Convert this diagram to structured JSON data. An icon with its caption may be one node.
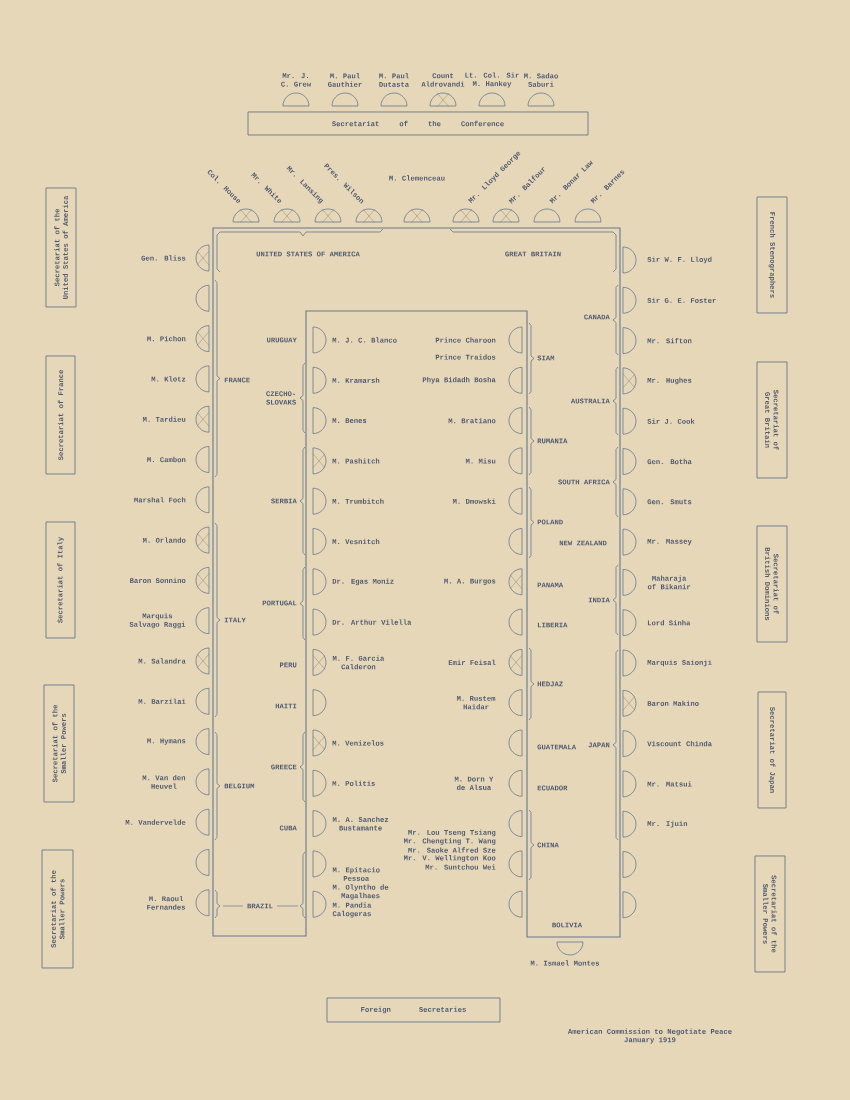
{
  "diagram": {
    "nodes": [
      {
        "text": [
          "Secretariat of the Conference"
        ]
      },
      {
        "text": [
          "Secretariat of the United States of America"
        ]
      },
      {
        "text": [
          "French Stenographers"
        ]
      },
      {
        "text": [
          "UNITED STATES OF AMERICA",
          "GREAT BRITAIN",
          "CANADA",
          "URUGUAY",
          "SIAM",
          "FRANCE",
          "CZECHO- SLOVAKS",
          "AUSTRALIA",
          "RUMANIA",
          "SOUTH AFRICA",
          "SERBIA",
          "POLAND",
          "NEW ZEALAND",
          "PANAMA",
          "PORTUGAL",
          "INDIA",
          "ITALY",
          "LIBERIA",
          "PERU",
          "HEDJAZ",
          "HAITI",
          "GUATEMALA",
          "JAPAN",
          "GREECE",
          "BELGIUM",
          "ECUADOR",
          "CUBA",
          "CHINA",
          "BRAZIL",
          "BOLIVIA"
        ]
      },
      {
        "text": [
          "Secretariat of France"
        ]
      },
      {
        "text": [
          "Secretariat of Great Britain"
        ]
      },
      {
        "text": [
          "Secretariat of Italy"
        ]
      },
      {
        "text": [
          "Secretariat of British Dominions"
        ]
      },
      {
        "text": [
          "Secretariat of the Smaller Powers"
        ]
      },
      {
        "text": [
          "Secretariat of Japan"
        ]
      },
      {
        "text": [
          "Secretariat of the Smaller Powers"
        ]
      },
      {
        "text": [
          "Secretariat of the Smaller Powers"
        ]
      },
      {
        "text": [
          "Foreign Secretaries"
        ]
      }
    ],
    "labels": [
      "Mr. J. C. Grew",
      "M. Paul Gauthier",
      "M. Paul Dutasta",
      "Count Aldrovandi",
      "Lt. Col. Sir M. Hankey",
      "M. Sadao Saburi",
      "Col. House",
      "Mr. White",
      "Mr. Lansing",
      "Pres. Wilson",
      "M. Clemenceau",
      "Mr. Lloyd George",
      "Mr. Balfour",
      "Mr. Bonar Law",
      "Mr. Barnes",
      "Gen. Bliss",
      "Sir W. F. Lloyd",
      "Sir G. E. Foster",
      "M. Pichon",
      "M. J. C. Blanco",
      "Prince Charoon",
      "Mr. Sifton",
      "Prince Traidos",
      "M. Klotz",
      "M. Kramarsh",
      "Phya Bidadh Bosha",
      "Mr. Hughes",
      "M. Tardieu",
      "M. Benes",
      "M. Bratiano",
      "Sir J. Cook",
      "M. Cambon",
      "M. Pashitch",
      "M. Misu",
      "Gen. Botha",
      "Marshal Foch",
      "M. Trumbitch",
      "M. Dmowski",
      "Gen. Smuts",
      "M. Orlando",
      "M. Vesnitch",
      "Mr. Massey",
      "Baron Sonnino",
      "Dr. Egas Moniz",
      "M. A. Burgos",
      "Maharaja of Bikanir",
      "Marquis Salvago Raggi",
      "Dr. Arthur Vilella",
      "Lord Sinha",
      "M. Salandra",
      "M. F. Garcia Calderon",
      "Emir Feisal",
      "Marquis Saionji",
      "M. Barzilai",
      "M. Rustem Haidar",
      "Baron Makino",
      "M. Hymans",
      "M. Venizelos",
      "Viscount Chinda",
      "M. Van den Heuvel",
      "M. Politis",
      "M. Dorn Y de Alsua",
      "Mr. Matsui",
      "M. Vandervelde",
      "M. A. Sanchez Bustamante",
      "Mr. Lou Tseng Tsiang",
      "Mr. Chengting T. Wang",
      "Mr. Saoke Alfred Sze",
      "Mr. V. Wellington Koo",
      "Mr. Suntchou Wei",
      "Mr. Ijuin",
      "M. Epitacio Pessoa",
      "M. Olyntho de Magalhaes",
      "M. Raoul Fernandes",
      "M. Pandia Calogeras",
      "M. Ismael Montes",
      "American Commission to Negotiate Peace",
      "January 1919"
    ]
  }
}
